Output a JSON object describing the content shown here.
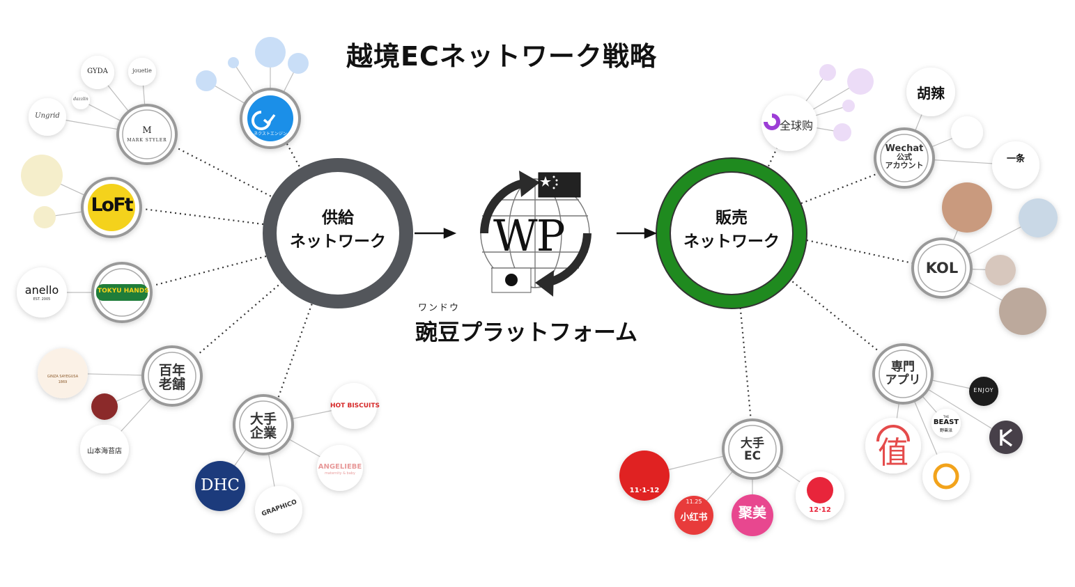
{
  "title": "越境ECネットワーク戦略",
  "supply_hub": {
    "line1": "供給",
    "line2": "ネットワーク"
  },
  "sales_hub": {
    "line1": "販売",
    "line2": "ネットワーク"
  },
  "platform": {
    "ruby": "ワンドウ",
    "name": "豌豆プラットフォーム",
    "logo_text": "WP"
  },
  "supply_categories": {
    "hyakunen": {
      "line1": "百年",
      "line2": "老舗"
    },
    "ote": {
      "line1": "大手",
      "line2": "企業"
    }
  },
  "sales_categories": {
    "wechat": {
      "line1": "Wechat",
      "line2": "公式",
      "line3": "アカウント"
    },
    "kol": "KOL",
    "senmon": {
      "line1": "専門",
      "line2": "アプリ"
    },
    "ote_ec": {
      "line1": "大手",
      "line2": "EC"
    }
  },
  "supply_logos": {
    "gyda": "GYDA",
    "jouetie": "jouetie",
    "dazzlin": "dazzlin",
    "ungrid": "Ungrid",
    "mark_styler_m": "M",
    "mark_styler": "MARK STYLER",
    "next_engine": "ネクストエンジン",
    "loft": "LoFt",
    "anello": "anello",
    "anello_est": "EST. 2005",
    "tokyu_hands": "TOKYU HANDS",
    "ginza": "GINZA SAYEGUSA",
    "ginza_year": "1869",
    "yamamoto": "山本海苔店",
    "dhc": "DHC",
    "graphico": "GRAPHICO",
    "hot_biscuits": "HOT BISCUITS",
    "angeliebe": "ANGELIEBE",
    "angeliebe_sub": "maternity & baby"
  },
  "sales_logos": {
    "quanqiugou": "全球购",
    "huhuo": "胡辣",
    "yitiao": "一条",
    "enjoy": "ENJOY",
    "beast_the": "THE",
    "beast": "BEAST",
    "beast_sub": "野兽派",
    "zhi": "值",
    "tmall_date": "11·1-12",
    "xiaohongshu_date": "11.25",
    "xiaohongshu": "小红书",
    "jumei": "聚美",
    "kaola": "12·12"
  },
  "colors": {
    "supply_ring": "#53565b",
    "sales_ring": "#1f8a1f",
    "loft_yellow": "#f4d21c",
    "next_engine_blue": "#1b8fe8",
    "tokyu_green": "#1f7d3a",
    "dhc_navy": "#1a3a7c",
    "tmall_red": "#e02020",
    "kaola_red": "#e8253b"
  }
}
